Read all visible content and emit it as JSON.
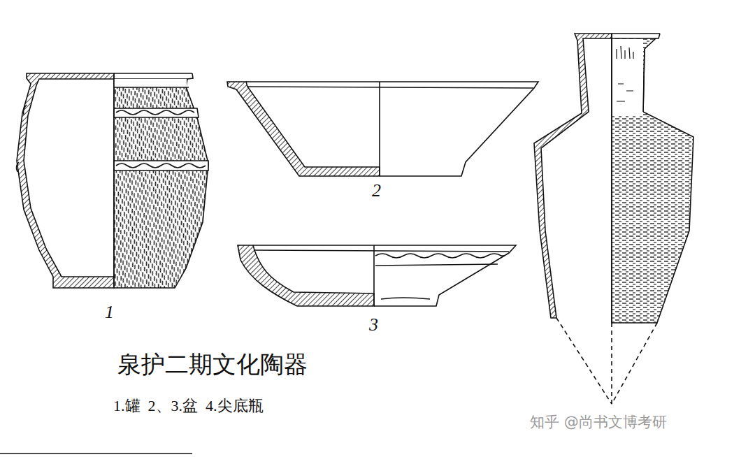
{
  "diagram": {
    "title": "泉护二期文化陶器",
    "caption": "1.罐  2、3.盆  4.尖底瓶",
    "labels": [
      "1",
      "2",
      "3",
      "知乎 @尚书文博考研"
    ]
  }
}
